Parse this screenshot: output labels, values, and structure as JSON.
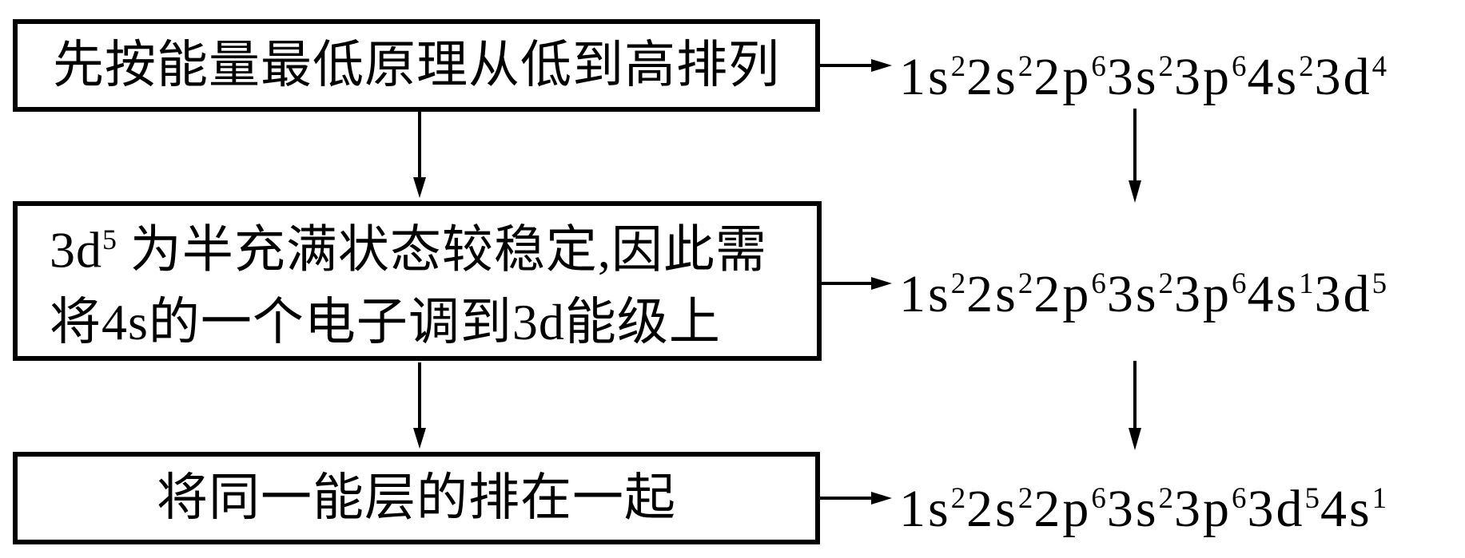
{
  "page": {
    "background_color": "#ffffff",
    "ink_color": "#000000",
    "description_topic": "electron configuration ordering flowchart"
  },
  "steps": [
    {
      "box_lines": [
        [
          {
            "t": "先按能量最低原理从低到高排列"
          }
        ]
      ],
      "formula": [
        {
          "t": "1s"
        },
        {
          "t": "2",
          "sup": true
        },
        {
          "t": "2s"
        },
        {
          "t": "2",
          "sup": true
        },
        {
          "t": "2p"
        },
        {
          "t": "6",
          "sup": true
        },
        {
          "t": "3s"
        },
        {
          "t": "2",
          "sup": true
        },
        {
          "t": "3p"
        },
        {
          "t": "6",
          "sup": true
        },
        {
          "t": "4s"
        },
        {
          "t": "2",
          "sup": true
        },
        {
          "t": "3d"
        },
        {
          "t": "4",
          "sup": true
        }
      ]
    },
    {
      "box_lines": [
        [
          {
            "t": "3d"
          },
          {
            "t": "5",
            "sup": true
          },
          {
            "t": " 为半充满状态较稳定,因此需"
          }
        ],
        [
          {
            "t": "将4s的一个电子调到3d能级上"
          }
        ]
      ],
      "formula": [
        {
          "t": "1s"
        },
        {
          "t": "2",
          "sup": true
        },
        {
          "t": "2s"
        },
        {
          "t": "2",
          "sup": true
        },
        {
          "t": "2p"
        },
        {
          "t": "6",
          "sup": true
        },
        {
          "t": "3s"
        },
        {
          "t": "2",
          "sup": true
        },
        {
          "t": "3p"
        },
        {
          "t": "6",
          "sup": true
        },
        {
          "t": "4s"
        },
        {
          "t": "1",
          "sup": true
        },
        {
          "t": "3d"
        },
        {
          "t": "5",
          "sup": true
        }
      ]
    },
    {
      "box_lines": [
        [
          {
            "t": "将同一能层的排在一起"
          }
        ]
      ],
      "formula": [
        {
          "t": "1s"
        },
        {
          "t": "2",
          "sup": true
        },
        {
          "t": "2s"
        },
        {
          "t": "2",
          "sup": true
        },
        {
          "t": "2p"
        },
        {
          "t": "6",
          "sup": true
        },
        {
          "t": "3s"
        },
        {
          "t": "2",
          "sup": true
        },
        {
          "t": "3p"
        },
        {
          "t": "6",
          "sup": true
        },
        {
          "t": "3d"
        },
        {
          "t": "5",
          "sup": true
        },
        {
          "t": "4s"
        },
        {
          "t": "1",
          "sup": true
        }
      ]
    }
  ]
}
